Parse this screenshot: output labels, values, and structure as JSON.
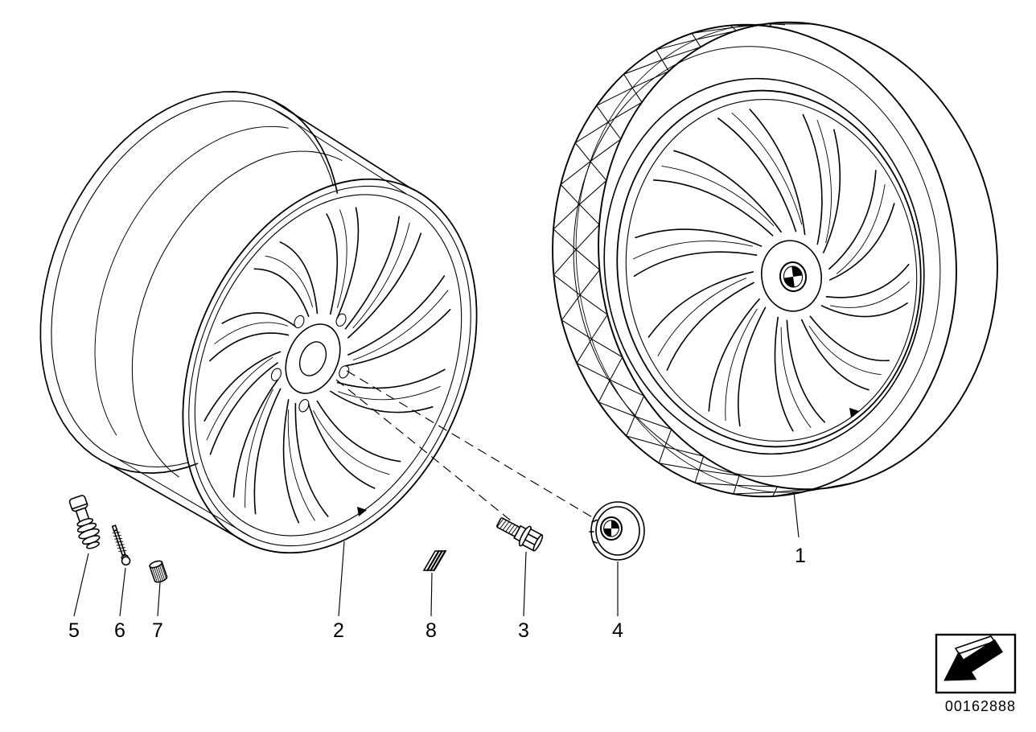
{
  "page": {
    "background_color": "#ffffff",
    "line_color": "#000000"
  },
  "diagram": {
    "callouts": [
      {
        "label": "5"
      },
      {
        "label": "6"
      },
      {
        "label": "7"
      },
      {
        "label": "2"
      },
      {
        "label": "8"
      },
      {
        "label": "3"
      },
      {
        "label": "4"
      },
      {
        "label": "1"
      }
    ],
    "footer": {
      "part_number": "00162888",
      "symbol_icon": "direction-arrow-icon"
    }
  }
}
